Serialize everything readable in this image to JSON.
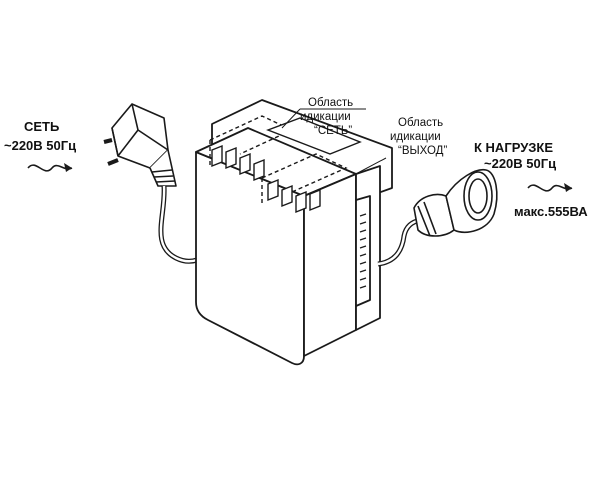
{
  "input": {
    "line1": "СЕТЬ",
    "line2": "~220В 50Гц"
  },
  "output": {
    "line1": "К НАГРУЗКЕ",
    "line2": "~220В 50Гц",
    "line3": "макс.555ВА"
  },
  "callout_network": {
    "line1": "Область",
    "line2": "идикации",
    "line3": "“СЕТЬ”"
  },
  "callout_output": {
    "line1": "Область",
    "line2": "идикации",
    "line3": "“ВЫХОД”"
  },
  "colors": {
    "stroke": "#1a1a1a",
    "fill": "#ffffff"
  }
}
